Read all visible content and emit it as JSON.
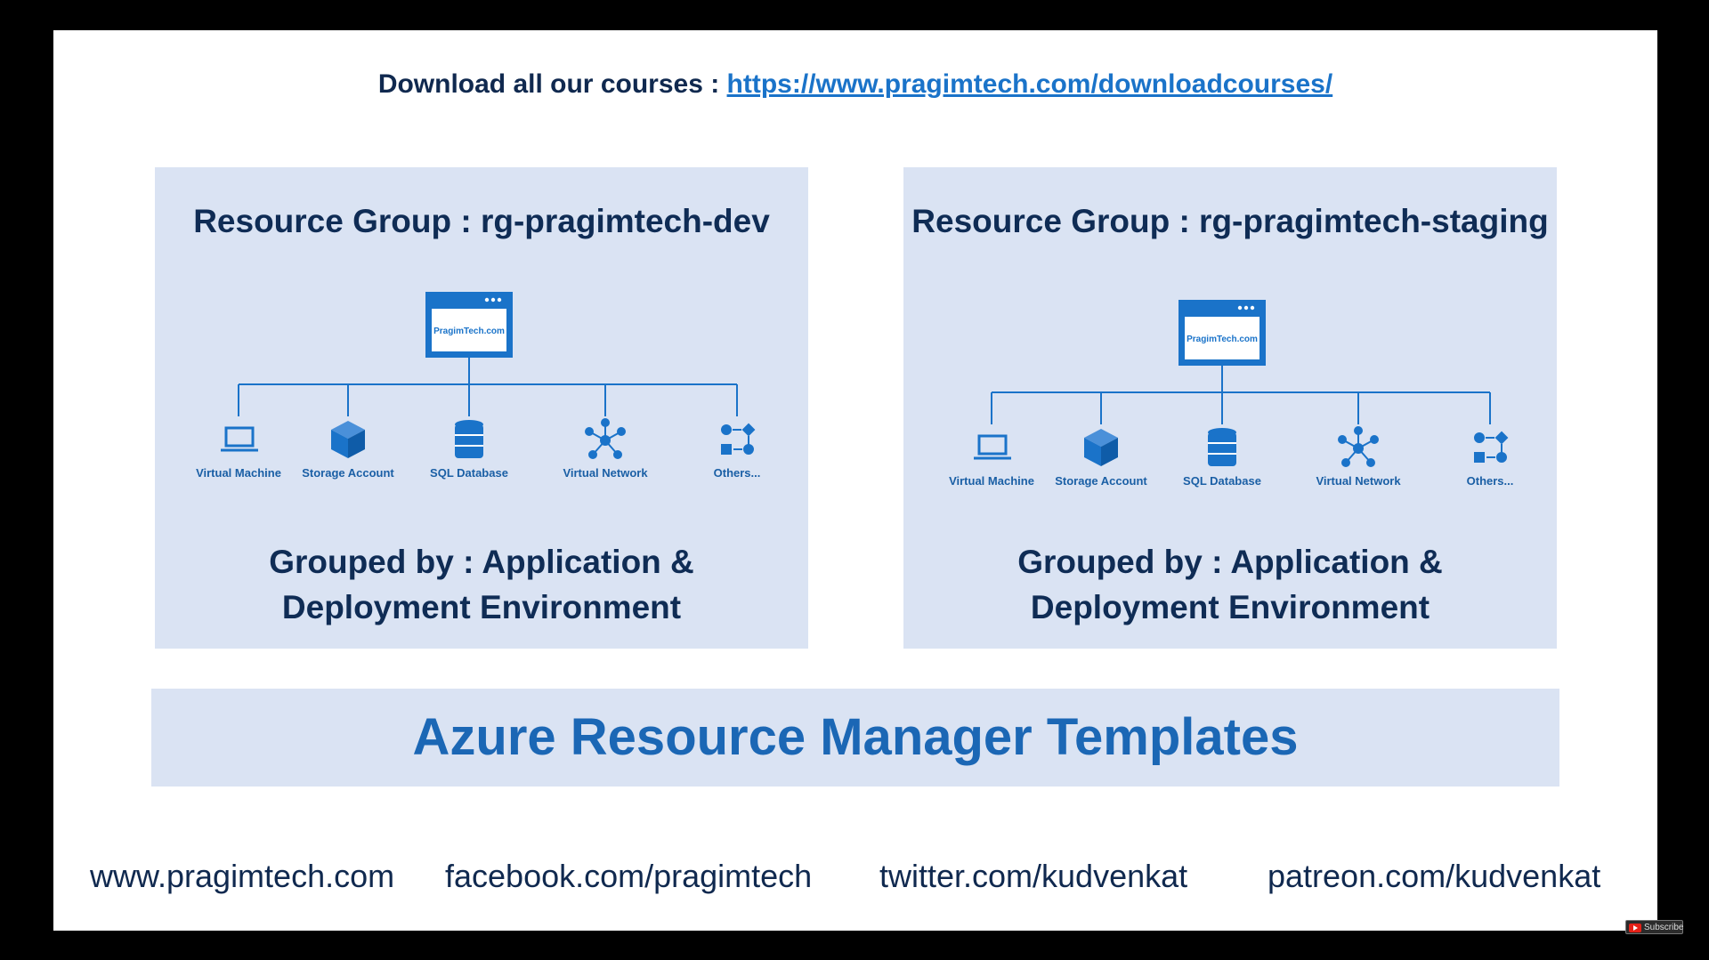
{
  "header": {
    "download_label": "Download all our courses : ",
    "download_link": "https://www.pragimtech.com/downloadcourses/"
  },
  "panels": [
    {
      "title": "Resource Group : rg-pragimtech-dev",
      "app_label": "PragimTech.com",
      "resources": [
        "Virtual Machine",
        "Storage Account",
        "SQL Database",
        "Virtual Network",
        "Others..."
      ],
      "grouped_line1": "Grouped by : Application &",
      "grouped_line2": "Deployment Environment"
    },
    {
      "title": "Resource Group : rg-pragimtech-staging",
      "app_label": "PragimTech.com",
      "resources": [
        "Virtual Machine",
        "Storage Account",
        "SQL Database",
        "Virtual Network",
        "Others..."
      ],
      "grouped_line1": "Grouped by : Application &",
      "grouped_line2": "Deployment Environment"
    }
  ],
  "banner": {
    "title": "Azure Resource Manager Templates"
  },
  "footer": {
    "links": [
      "www.pragimtech.com",
      "facebook.com/pragimtech",
      "twitter.com/kudvenkat",
      "patreon.com/kudvenkat"
    ]
  },
  "subscribe": {
    "label": "Subscribe"
  },
  "colors": {
    "icon_blue": "#1a73c9",
    "navy": "#0f2c55",
    "panel_bg": "#dae3f3"
  }
}
